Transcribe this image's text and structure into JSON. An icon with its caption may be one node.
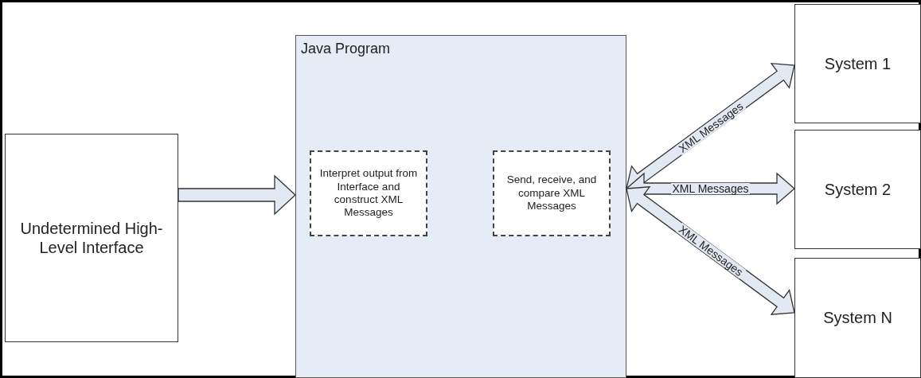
{
  "diagram": {
    "nodes": [
      {
        "text": [
          "Undetermined High-Level Interface"
        ]
      },
      {
        "text": [
          "Java Program"
        ]
      },
      {
        "text": [
          "Interpret output from Interface and construct XML Messages"
        ],
        "in": 1
      },
      {
        "text": [
          "Send, receive, and compare XML Messages"
        ],
        "in": 1
      },
      {
        "text": [
          "System 1"
        ]
      },
      {
        "text": [
          "System 2"
        ]
      },
      {
        "text": [
          "System N"
        ]
      }
    ],
    "edges": [
      {
        "from": 0,
        "to": 1,
        "arrow": "to"
      },
      {
        "from": 1,
        "to": 4,
        "arrow": "both",
        "label": "XML Messages"
      },
      {
        "from": 1,
        "to": 5,
        "arrow": "both",
        "label": "XML Messages"
      },
      {
        "from": 1,
        "to": 6,
        "arrow": "both",
        "label": "XML Messages"
      }
    ]
  }
}
